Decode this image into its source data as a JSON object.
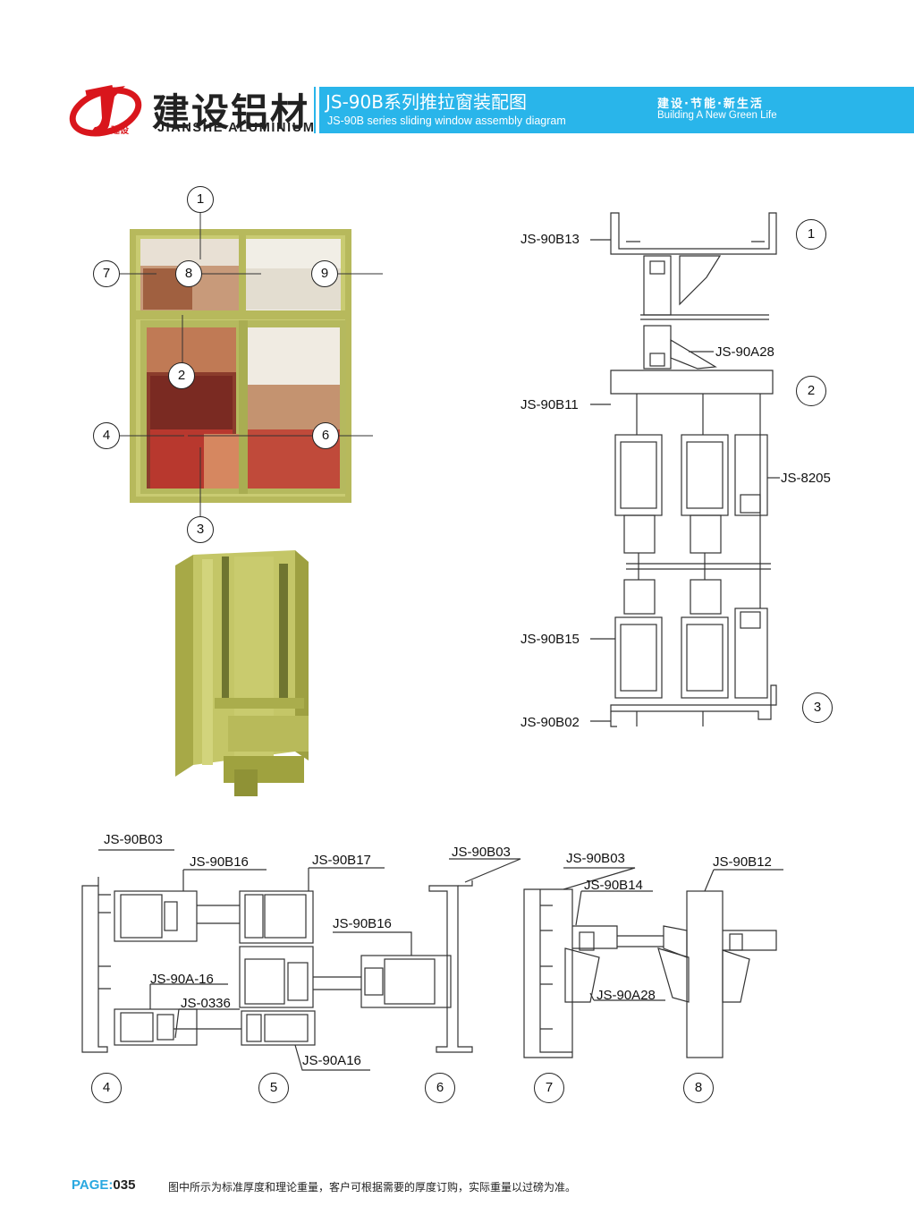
{
  "header": {
    "brand_cn": "建设铝材",
    "brand_en": "JIANSHE ALUMINIUM",
    "logo_mark": "建设",
    "title_cn": "JS-90B系列推拉窗装配图",
    "title_en": "JS-90B series sliding window assembly diagram",
    "slogan_cn": "建设·节能·新生活",
    "slogan_en": "Building A New Green Life",
    "band_color": "#29b5ea"
  },
  "photo_callouts": {
    "n1": "1",
    "n2": "2",
    "n3": "3",
    "n4": "4",
    "n6": "6",
    "n7": "7",
    "n8": "8",
    "n9": "9"
  },
  "vertical_section": {
    "labels": {
      "b13": "JS-90B13",
      "a28": "JS-90A28",
      "b11": "JS-90B11",
      "s8205": "JS-8205",
      "b15": "JS-90B15",
      "b02": "JS-90B02"
    },
    "callouts": {
      "c1": "1",
      "c2": "2",
      "c3": "3"
    }
  },
  "horizontal_sections": {
    "labels": {
      "b03a": "JS-90B03",
      "b16a": "JS-90B16",
      "b17": "JS-90B17",
      "b16b": "JS-90B16",
      "a16a": "JS-90A-16",
      "s0336": "JS-0336",
      "a16b": "JS-90A16",
      "b03b": "JS-90B03",
      "b03c": "JS-90B03",
      "b14": "JS-90B14",
      "b12": "JS-90B12",
      "a28b": "JS-90A28"
    },
    "callouts": {
      "c4": "4",
      "c5": "5",
      "c6": "6",
      "c7": "7",
      "c8": "8"
    }
  },
  "footer": {
    "page_prefix": "PAGE:",
    "page_number": "035",
    "note": "图中所示为标准厚度和理论重量，客户可根据需要的厚度订购，实际重量以过磅为准。"
  },
  "colors": {
    "frame": "#b5b85a",
    "accent_blue": "#29b5ea",
    "logo_red": "#d9161c"
  }
}
